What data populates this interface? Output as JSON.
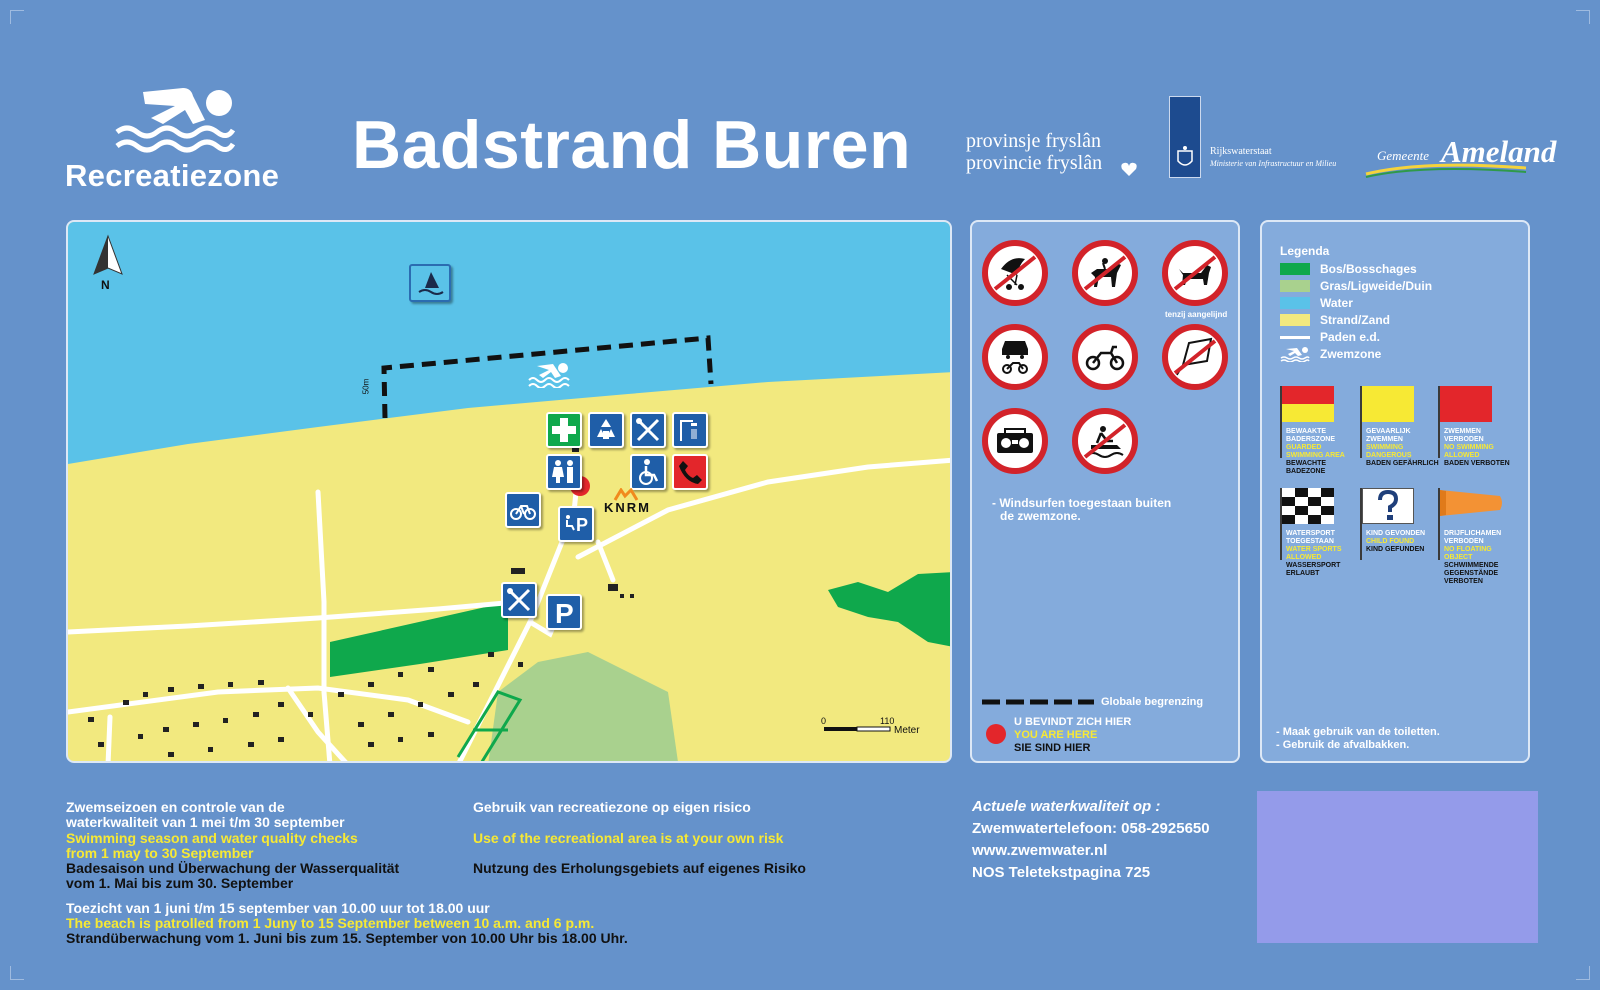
{
  "header": {
    "logo_label": "Recreatiezone",
    "title": "Badstrand Buren",
    "province_line1": "provinsje fryslân",
    "province_line2": "provincie fryslân",
    "rws_name": "Rijkswaterstaat",
    "rws_ministry": "Ministerie van Infrastructuur en Milieu",
    "gemeente_prefix": "Gemeente",
    "gemeente_name": "Ameland"
  },
  "map": {
    "north_label": "N",
    "buffer_label": "50m",
    "knrm_label": "KNRM",
    "scale_start": "0",
    "scale_end": "110",
    "scale_unit": "Meter",
    "icons": [
      "windsurf-icon",
      "first-aid-icon",
      "recycling-icon",
      "restaurant-icon",
      "shower-icon",
      "toilets-icon",
      "wheelchair-icon",
      "phone-icon",
      "bicycle-icon",
      "disabled-parking-icon",
      "restaurant-icon",
      "parking-icon"
    ]
  },
  "rules": {
    "dog_note": "tenzij aangelijnd",
    "windsurf_note_line1": "- Windsurfen toegestaan buiten",
    "windsurf_note_line2": "de zwemzone.",
    "boundary_label": "Globale begrenzing",
    "you_are_here_nl": "U BEVINDT ZICH HIER",
    "you_are_here_en": "YOU ARE HERE",
    "you_are_here_de": "SIE SIND HIER"
  },
  "legend": {
    "title": "Legenda",
    "items": [
      {
        "label": "Bos/Bosschages",
        "color": "#0fa84c"
      },
      {
        "label": "Gras/Ligweide/Duin",
        "color": "#a9d18e"
      },
      {
        "label": "Water",
        "color": "#5ac2e8"
      },
      {
        "label": "Strand/Zand",
        "color": "#f2e97f"
      },
      {
        "label": "Paden e.d.",
        "color": "#ffffff"
      },
      {
        "label": "Zwemzone",
        "color": "#ffffff"
      }
    ],
    "flags": [
      {
        "nl": "BEWAAKTE BADERSZONE",
        "en": "GUARDED SWIMMING AREA",
        "de": "BEWACHTE BADEZONE"
      },
      {
        "nl": "GEVAARLIJK ZWEMMEN",
        "en": "SWIMMING DANGEROUS",
        "de": "BADEN GEFÄHRLICH"
      },
      {
        "nl": "ZWEMMEN VERBODEN",
        "en": "NO SWIMMING ALLOWED",
        "de": "BADEN VERBOTEN"
      },
      {
        "nl": "WATERSPORT TOEGESTAAN",
        "en": "WATER SPORTS ALLOWED",
        "de": "WASSERSPORT ERLAUBT"
      },
      {
        "nl": "KIND GEVONDEN",
        "en": "CHILD FOUND",
        "de": "KIND GEFUNDEN"
      },
      {
        "nl": "DRIJFLICHAMEN VERBODEN",
        "en": "NO FLOATING OBJECT",
        "de": "SCHWIMMENDE GEGENSTÄNDE VERBOTEN"
      }
    ],
    "note_line1": "- Maak gebruik van de toiletten.",
    "note_line2": "- Gebruik de afvalbakken."
  },
  "footer": {
    "season_nl_1": "Zwemseizoen en controle van de",
    "season_nl_2": "waterkwaliteit van 1 mei t/m 30 september",
    "season_en_1": "Swimming season and water quality checks",
    "season_en_2": "from 1 may to 30 September",
    "season_de_1": "Badesaison und Überwachung der Wasserqualität",
    "season_de_2": "vom 1. Mai bis zum 30. September",
    "patrol_nl": "Toezicht van 1 juni t/m 15 september van 10.00 uur tot 18.00 uur",
    "patrol_en": "The beach is patrolled from 1 Juny to 15 September between 10 a.m. and 6 p.m.",
    "patrol_de": "Strandüberwachung vom 1. Juni bis zum 15. September von 10.00 Uhr bis 18.00 Uhr.",
    "risk_nl": "Gebruik van recreatiezone op eigen risico",
    "risk_en": "Use of the recreational area is at your own risk",
    "risk_de": "Nutzung des Erholungsgebiets auf eigenes Risiko",
    "quality_title": "Actuele waterkwaliteit op :",
    "quality_phone": "Zwemwatertelefoon: 058-2925650",
    "quality_web": "www.zwemwater.nl",
    "quality_teletext": "NOS Teletekstpagina 725"
  }
}
